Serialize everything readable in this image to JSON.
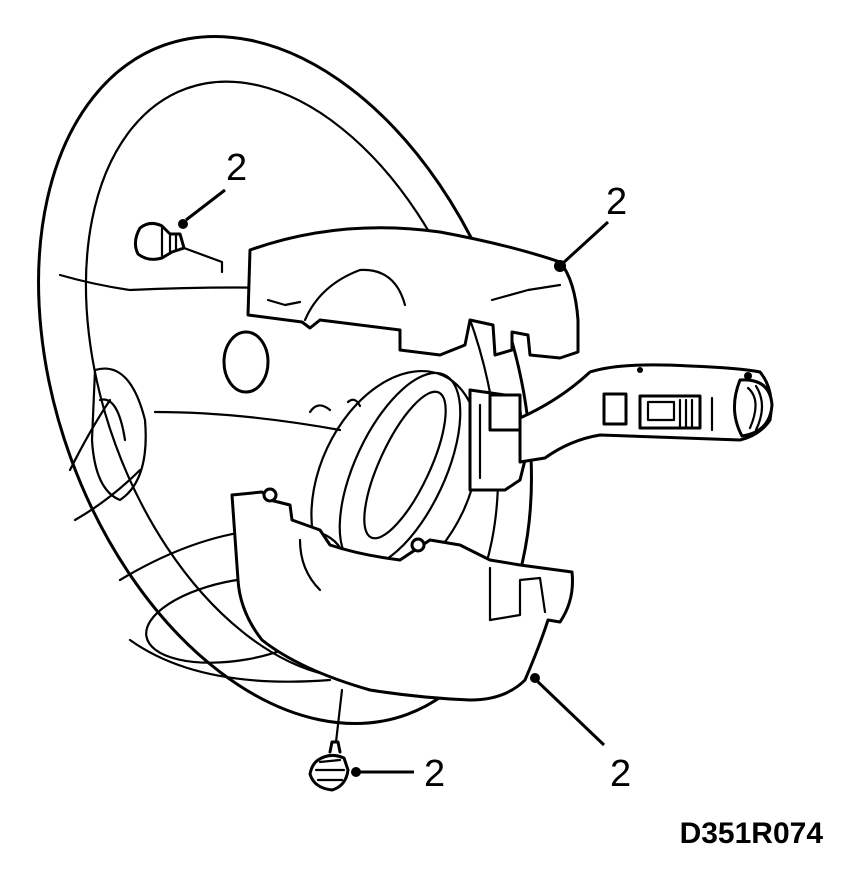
{
  "callouts": [
    {
      "id": "screw-upper-left",
      "label": "2"
    },
    {
      "id": "upper-shroud",
      "label": "2"
    },
    {
      "id": "lower-shroud",
      "label": "2"
    },
    {
      "id": "screw-bottom",
      "label": "2"
    }
  ],
  "reference_code": "D351R074"
}
